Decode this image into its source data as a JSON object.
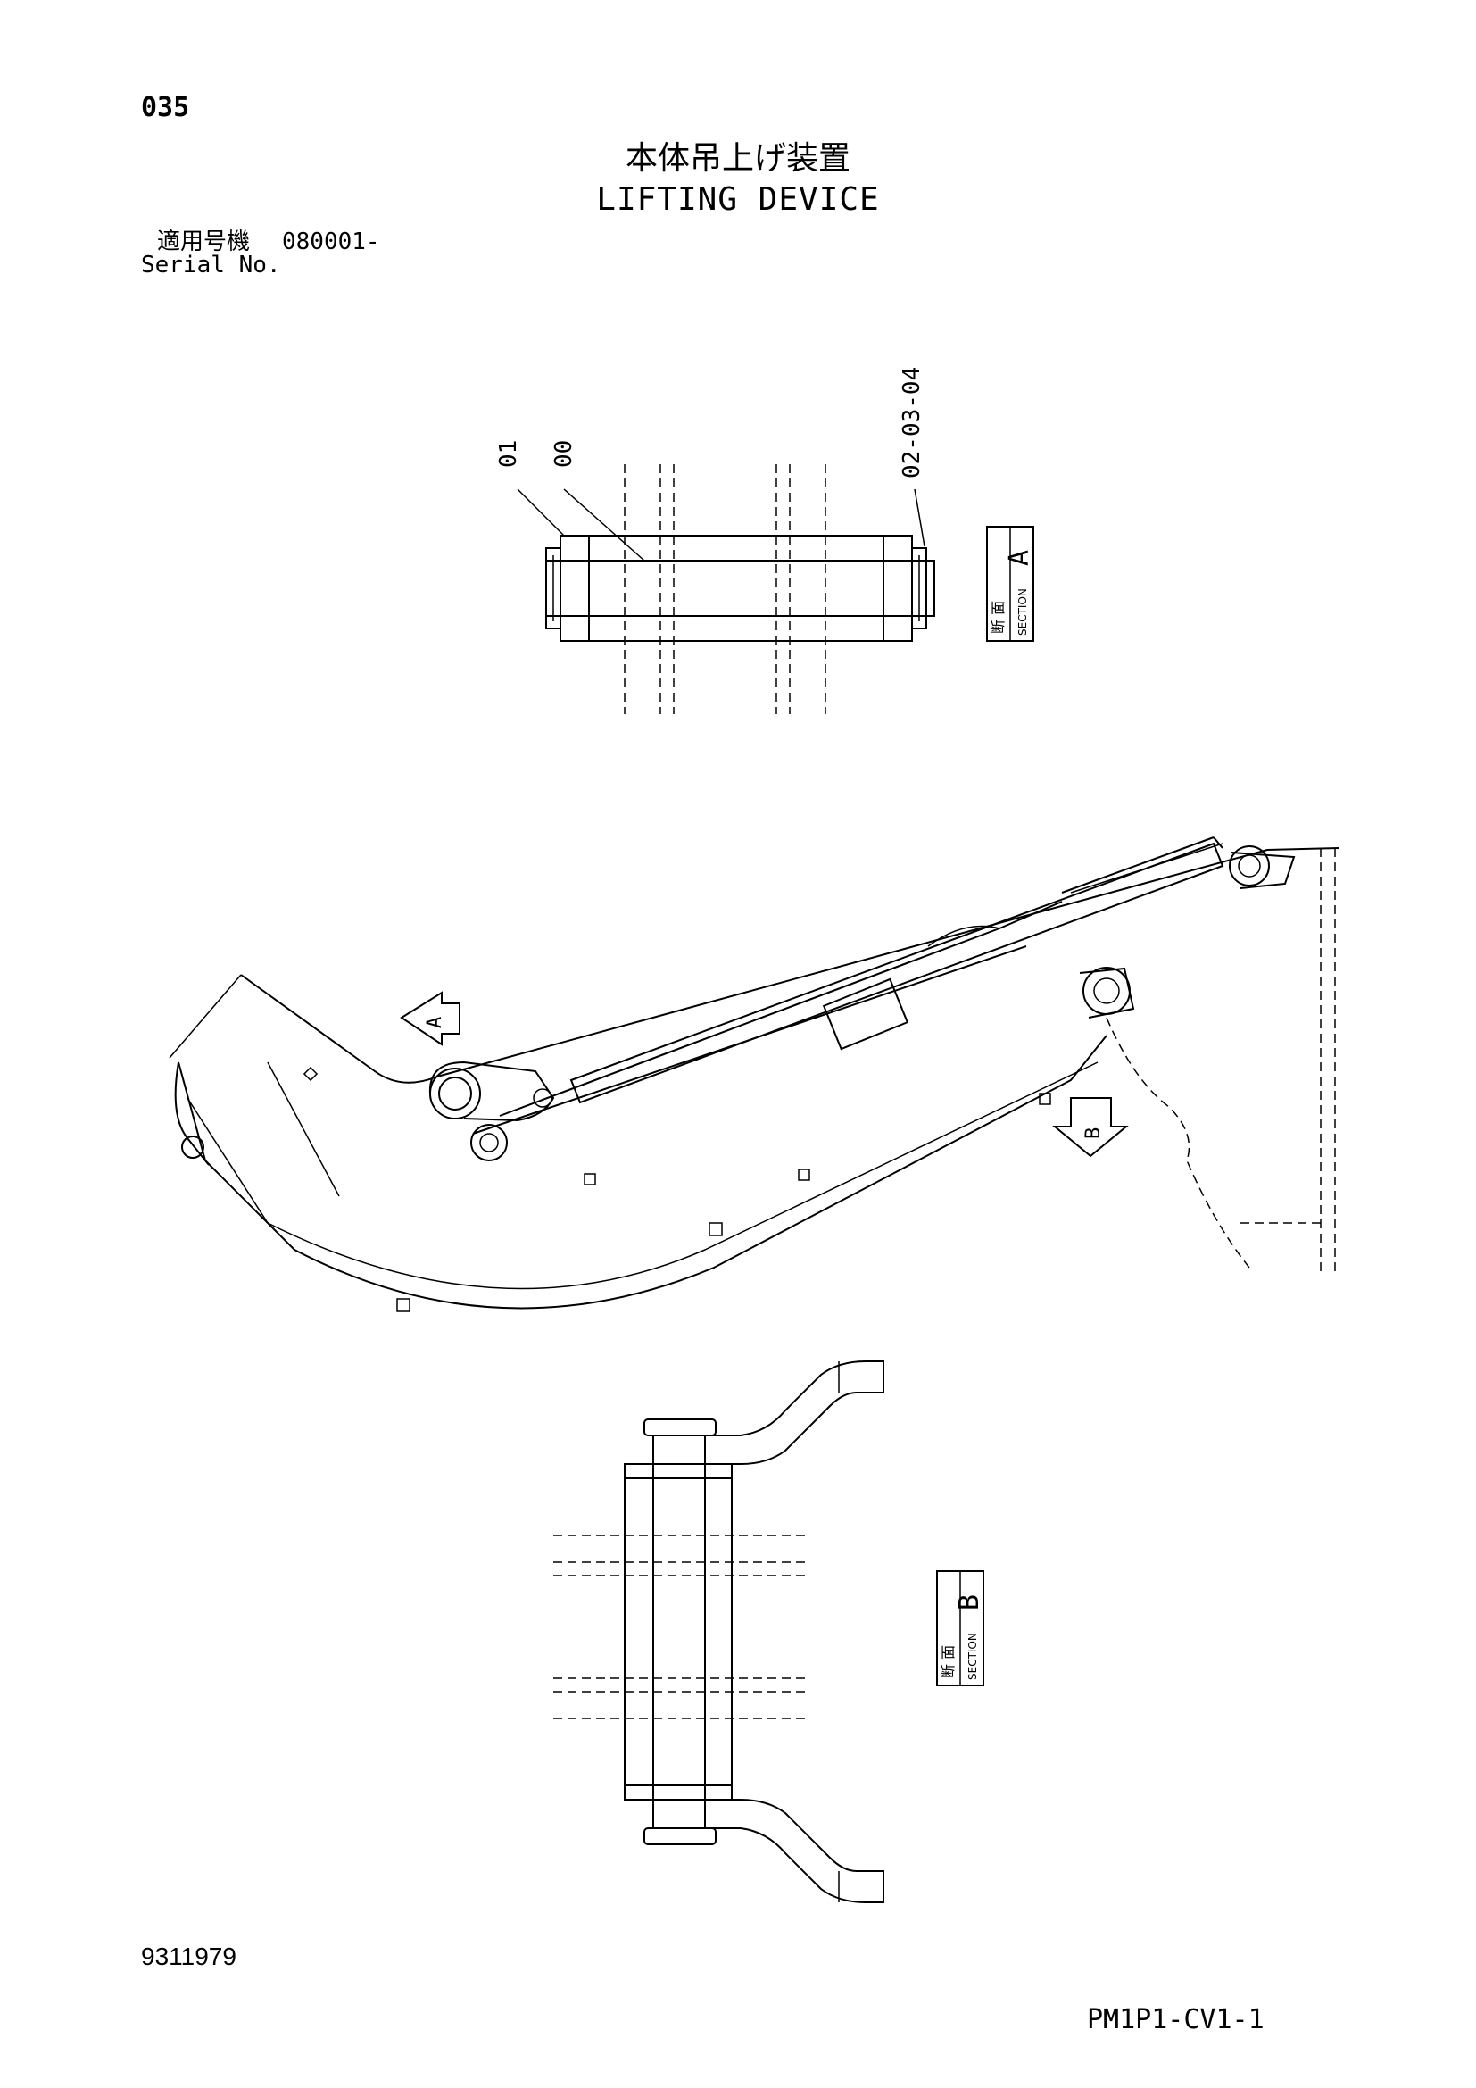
{
  "header": {
    "page_number": "035",
    "title_jp": "本体吊上げ装置",
    "title_en": "LIFTING DEVICE",
    "serial_label_jp": "適用号機",
    "serial_value": "080001-",
    "serial_label_en": "Serial No."
  },
  "section_a": {
    "part_labels": [
      "01",
      "00",
      "02-03-04"
    ],
    "tag_jp": "断 面",
    "tag_en": "SECTION",
    "tag_letter": "A"
  },
  "main_view": {
    "arrow_a": "A",
    "arrow_b": "B"
  },
  "section_b": {
    "tag_jp": "断 面",
    "tag_en": "SECTION",
    "tag_letter": "B"
  },
  "footer": {
    "document_id": "9311979",
    "drawing_code": "PM1P1-CV1-1"
  }
}
